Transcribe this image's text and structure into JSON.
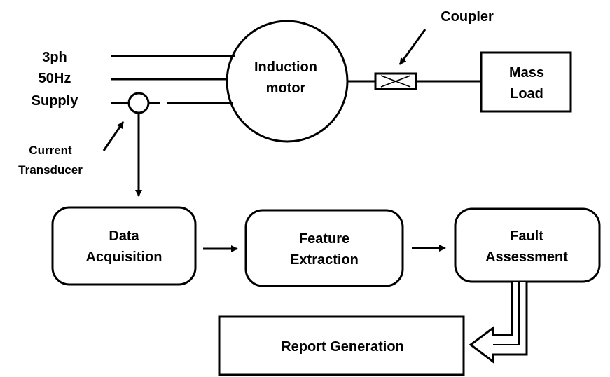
{
  "supply": {
    "line1": "3ph",
    "line2": "50Hz",
    "line3": "Supply"
  },
  "motor": {
    "line1": "Induction",
    "line2": "motor"
  },
  "coupler": {
    "label": "Coupler"
  },
  "load": {
    "line1": "Mass",
    "line2": "Load"
  },
  "transducer": {
    "line1": "Current",
    "line2": "Transducer"
  },
  "stages": {
    "acquisition": {
      "line1": "Data",
      "line2": "Acquisition"
    },
    "extraction": {
      "line1": "Feature",
      "line2": "Extraction"
    },
    "assessment": {
      "line1": "Fault",
      "line2": "Assessment"
    }
  },
  "report": {
    "label": "Report Generation"
  }
}
